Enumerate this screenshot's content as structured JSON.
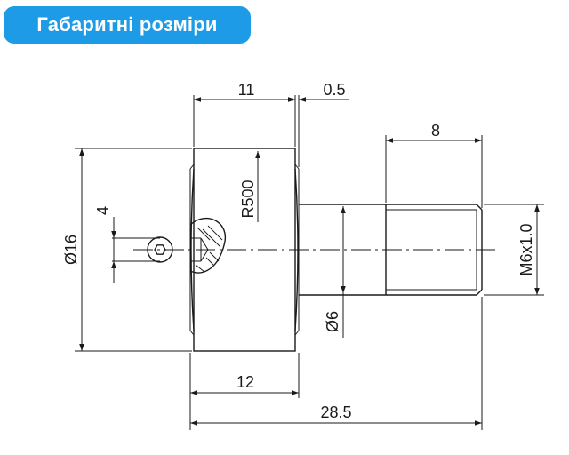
{
  "header": {
    "title": "Габаритні розміри"
  },
  "dimensions": {
    "width_11": "11",
    "gap_0_5": "0.5",
    "thread_len_8": "8",
    "hole_4": "4",
    "radius_r500": "R500",
    "outer_dia_16": "Ø16",
    "thread_m6": "M6x1.0",
    "shaft_dia_6": "Ø6",
    "length_12": "12",
    "total_28_5": "28.5"
  }
}
